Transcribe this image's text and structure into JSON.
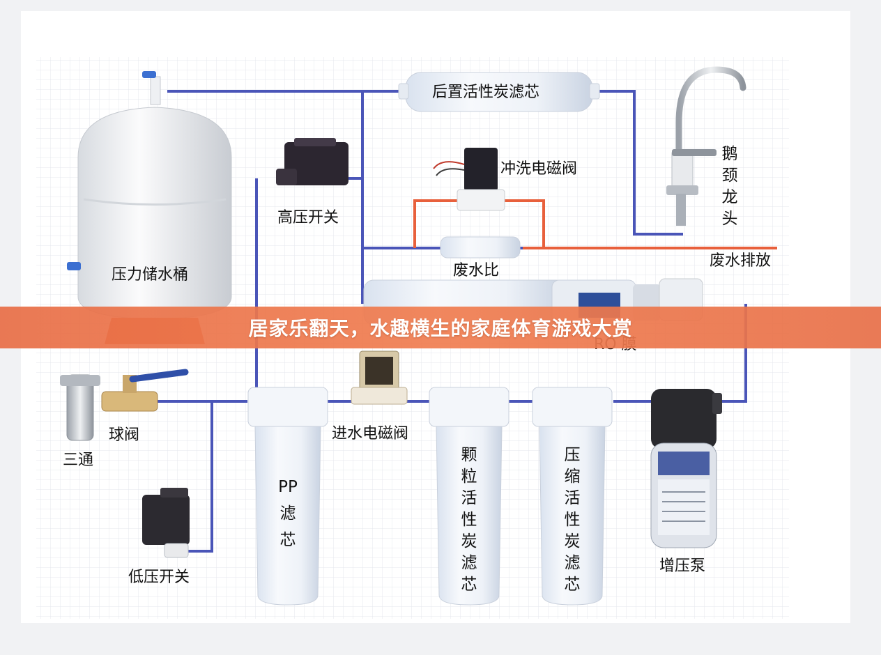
{
  "banner": {
    "title": "居家乐翻天，水趣横生的家庭体育游戏大赏"
  },
  "diagram": {
    "labels": {
      "pressure_tank": "压力储水桶",
      "post_carbon": "后置活性炭滤芯",
      "high_switch": "高压开关",
      "flush_valve": "冲洗电磁阀",
      "faucet": "鹅颈龙头",
      "waste_ratio": "废水比",
      "waste_drain": "废水排放",
      "ro_membrane": "RO 膜",
      "ball_valve": "球阀",
      "tee": "三通",
      "inlet_valve": "进水电磁阀",
      "pp_filter": "PP滤芯",
      "granular_carbon": "颗粒活性炭滤芯",
      "compressed_carbon": "压缩活性炭滤芯",
      "booster_pump": "增压泵",
      "low_switch": "低压开关"
    },
    "colors": {
      "clean_water_line": "#4a55b8",
      "waste_water_line": "#e8603c",
      "banner": "#ec7450"
    }
  }
}
